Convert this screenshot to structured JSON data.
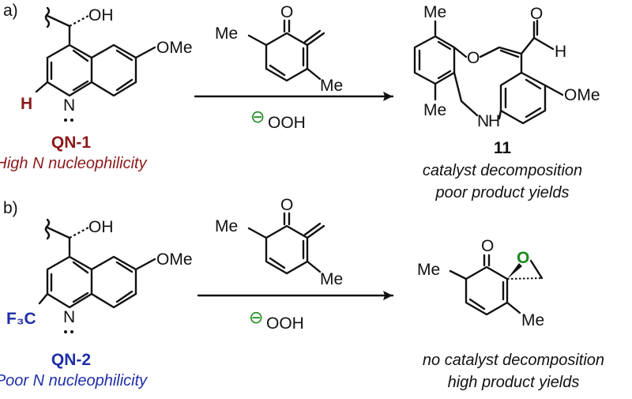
{
  "panel_a": {
    "tag": "a)",
    "catalyst": {
      "oh": "OH",
      "ome": "OMe",
      "n": "N",
      "substituent": "H",
      "name": "QN-1",
      "property": "High N nucleophilicity"
    },
    "reagent": {
      "me_left": "Me",
      "me_right": "Me",
      "o": "O"
    },
    "oxidant": {
      "charge": "⊖",
      "label": "OOH"
    },
    "product": {
      "me_top": "Me",
      "me_bottom": "Me",
      "o": "O",
      "h_aldehyde": "H",
      "nh": "N",
      "nh_h": "H",
      "ome": "OMe",
      "number": "11",
      "note1": "catalyst decomposition",
      "note2": "poor product yields"
    }
  },
  "panel_b": {
    "tag": "b)",
    "catalyst": {
      "oh": "OH",
      "ome": "OMe",
      "n": "N",
      "substituent": "F₃C",
      "name": "QN-2",
      "property": "Poor N nucleophilicity"
    },
    "reagent": {
      "me_left": "Me",
      "me_right": "Me",
      "o": "O"
    },
    "oxidant": {
      "charge": "⊖",
      "label": "OOH"
    },
    "product": {
      "me_left": "Me",
      "me_right": "Me",
      "o_ketone": "O",
      "o_epoxide": "O",
      "note1": "no catalyst decomposition",
      "note2": "high product yields"
    }
  },
  "colors": {
    "qn1": "#8b1a1a",
    "qn2": "#1f2fa8",
    "green": "#1a8a1a",
    "black": "#111111"
  }
}
